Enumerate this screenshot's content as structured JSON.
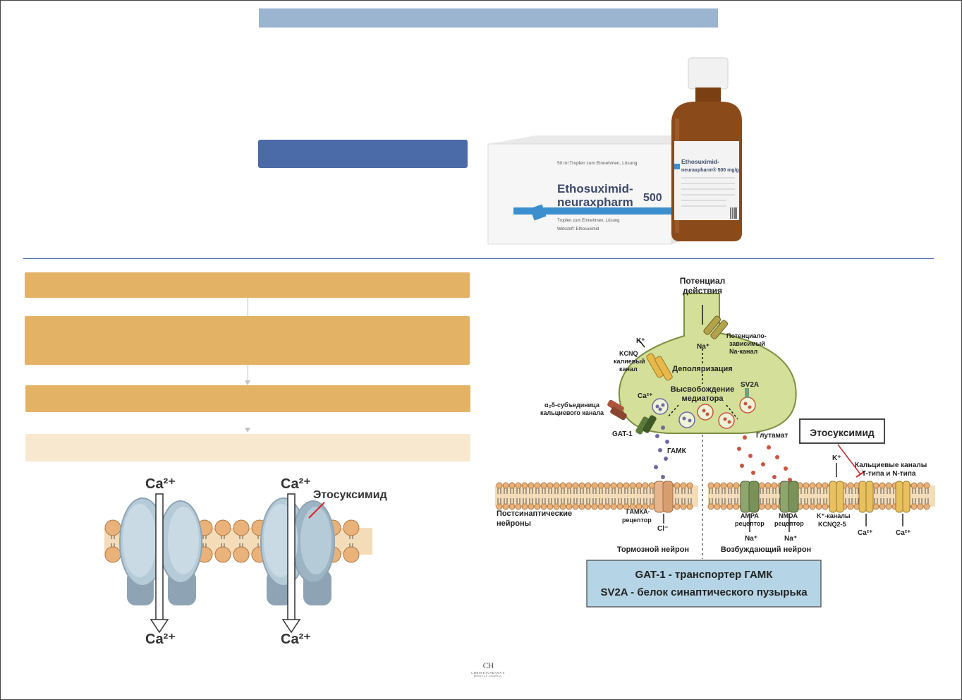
{
  "figure": {
    "ca_top_left": "Ca²⁺",
    "ca_top_right": "Ca²⁺",
    "ca_bottom_left": "Ca²⁺",
    "ca_bottom_right": "Ca²⁺",
    "drug_label": "Этосуксимид"
  },
  "package": {
    "strip_text": "50 ml Tropfen zum Einnehmen, Lösung",
    "name_line1": "Ethosuximid-",
    "name_line2": "neuraxpharm",
    "dose": "500",
    "subtitle": "Tropfen zum Einnehmen, Lösung",
    "wirkstoff": "Wirkstoff: Ethosuximid",
    "bottle_line1": "Ethosuximid-",
    "bottle_line2": "neuraxpharm® 500 mg/g"
  },
  "synapse": {
    "action_potential_1": "Потенциал",
    "action_potential_2": "действия",
    "k_plus": "K⁺",
    "kcnq_1": "KCNQ",
    "kcnq_2": "калиевый",
    "kcnq_3": "канал",
    "na_plus": "Na⁺",
    "na_channel_1": "Потенциало-",
    "na_channel_2": "зависимый",
    "na_channel_3": "Na-канал",
    "depolarization": "Деполяризация",
    "release_1": "Высвобождение",
    "release_2": "медиатора",
    "sv2a": "SV2A",
    "ca_in": "Ca²⁺",
    "a2d_1": "α₂δ-субъединица",
    "a2d_2": "кальциевого канала",
    "gat1": "GAT-1",
    "gaba": "ГАМК",
    "glutamate": "Глутамат",
    "ethosuximide_box": "Этосуксимид",
    "k_plus_right": "K⁺",
    "ca_channels_1": "Кальциевые каналы",
    "ca_channels_2": "T-типа и N-типа",
    "postsynaptic_1": "Постсинаптические",
    "postsynaptic_2": "нейроны",
    "gabaa_1": "ГАМКА-",
    "gabaa_2": "рецептор",
    "cl_minus": "Cl⁻",
    "ampa_1": "AMPA",
    "ampa_2": "рецептор",
    "nmda_1": "NMDA",
    "nmda_2": "рецептор",
    "na_out_1": "Na⁺",
    "na_out_2": "Na⁺",
    "k_channels_1": "K⁺-каналы",
    "k_channels_2": "KCNQ2-5",
    "ca_out_1": "Ca²⁺",
    "ca_out_2": "Ca²⁺",
    "inhibitory": "Тормозной нейрон",
    "excitatory": "Возбуждающий нейрон",
    "legend_1": "GAT-1 - транспортер ГАМК",
    "legend_2": "SV2A - белок синаптического пузырька"
  },
  "footer": {
    "logo_mark": "CH",
    "logo_text_1": "CHRISTOVSKAYA'S",
    "logo_text_2": "MEDICAL JOURNAL"
  },
  "colors": {
    "header_bar": "#9bb5d0",
    "blue_box": "#4a6aa8",
    "gold_box": "#e3b265",
    "cream_box": "#f8e8cf",
    "neuron": "#d4df9a",
    "legend_box": "#b5d5e6"
  }
}
